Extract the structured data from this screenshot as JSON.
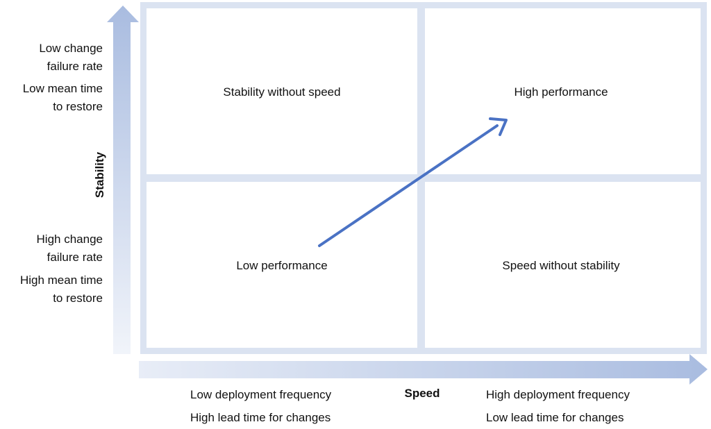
{
  "axes": {
    "y": {
      "label": "Stability",
      "top_lines": [
        [
          "Low change",
          "failure rate"
        ],
        [
          "Low mean time",
          "to restore"
        ]
      ],
      "bottom_lines": [
        [
          "High change",
          "failure rate"
        ],
        [
          "High mean time",
          "to restore"
        ]
      ]
    },
    "x": {
      "label": "Speed",
      "left_lines": [
        "Low deployment frequency",
        "High lead time for changes"
      ],
      "right_lines": [
        "High deployment frequency",
        "Low lead time for changes"
      ]
    }
  },
  "quadrants": {
    "top_left": "Stability without speed",
    "top_right": "High performance",
    "bottom_left": "Low performance",
    "bottom_right": "Speed without stability"
  },
  "colors": {
    "grid": "#dbe3f1",
    "axis_light": "#eef2f9",
    "axis_dark": "#a9bce0",
    "trend_arrow": "#4a72c4"
  }
}
